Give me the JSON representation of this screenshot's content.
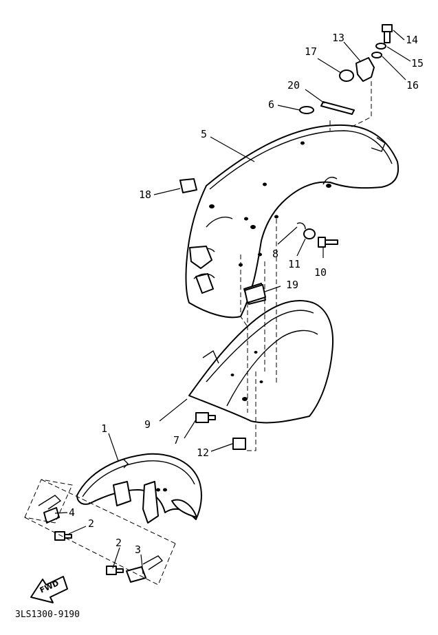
{
  "diagram": {
    "part_code": "3LS1300-9190",
    "fwd_label": "FWD",
    "callouts": [
      {
        "key": "c1",
        "text": "1"
      },
      {
        "key": "c2a",
        "text": "2"
      },
      {
        "key": "c2b",
        "text": "2"
      },
      {
        "key": "c3",
        "text": "3"
      },
      {
        "key": "c4",
        "text": "4"
      },
      {
        "key": "c5",
        "text": "5"
      },
      {
        "key": "c6",
        "text": "6"
      },
      {
        "key": "c7",
        "text": "7"
      },
      {
        "key": "c8",
        "text": "8"
      },
      {
        "key": "c9",
        "text": "9"
      },
      {
        "key": "c10",
        "text": "10"
      },
      {
        "key": "c11",
        "text": "11"
      },
      {
        "key": "c12",
        "text": "12"
      },
      {
        "key": "c13",
        "text": "13"
      },
      {
        "key": "c14",
        "text": "14"
      },
      {
        "key": "c15",
        "text": "15"
      },
      {
        "key": "c16",
        "text": "16"
      },
      {
        "key": "c17",
        "text": "17"
      },
      {
        "key": "c18",
        "text": "18"
      },
      {
        "key": "c19",
        "text": "19"
      },
      {
        "key": "c20",
        "text": "20"
      }
    ]
  }
}
